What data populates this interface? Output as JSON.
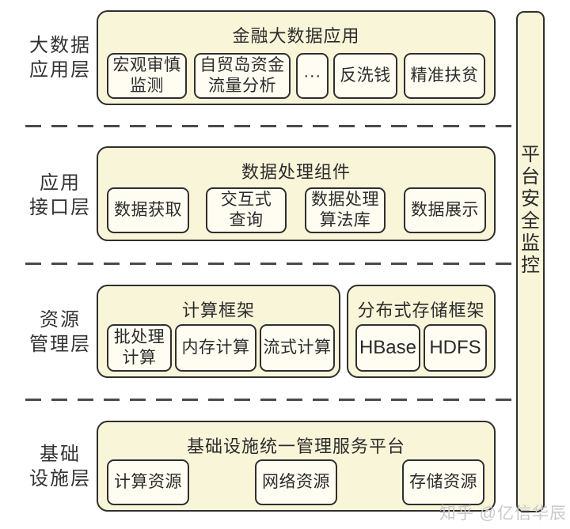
{
  "colors": {
    "panel_fill": "#f9f5d9",
    "item_fill": "#fffdf2",
    "border": "#2f2f2f",
    "text": "#2b2b2b",
    "divider": "#4a4a4a",
    "watermark": "#c9c9c9"
  },
  "layers": [
    {
      "label": "大数据\n应用层",
      "groups": [
        {
          "title": "金融大数据应用",
          "items": [
            "宏观审慎\n监测",
            "自贸岛资金\n流量分析",
            "···",
            "反洗钱",
            "精准扶贫"
          ]
        }
      ]
    },
    {
      "label": "应用\n接口层",
      "groups": [
        {
          "title": "数据处理组件",
          "items": [
            "数据获取",
            "交互式\n查询",
            "数据处理\n算法库",
            "数据展示"
          ]
        }
      ]
    },
    {
      "label": "资源\n管理层",
      "groups": [
        {
          "title": "计算框架",
          "items": [
            "批处理\n计算",
            "内存计算",
            "流式计算"
          ]
        },
        {
          "title": "分布式存储框架",
          "items": [
            "HBase",
            "HDFS"
          ]
        }
      ]
    },
    {
      "label": "基础\n设施层",
      "groups": [
        {
          "title": "基础设施统一管理服务平台",
          "items": [
            "计算资源",
            "网络资源",
            "存储资源"
          ]
        }
      ]
    }
  ],
  "sidebar": {
    "title": "平台安全监控",
    "title_vertical": "平\n台\n安\n全\n监\n控"
  },
  "watermark": "知乎 @亿信华辰"
}
